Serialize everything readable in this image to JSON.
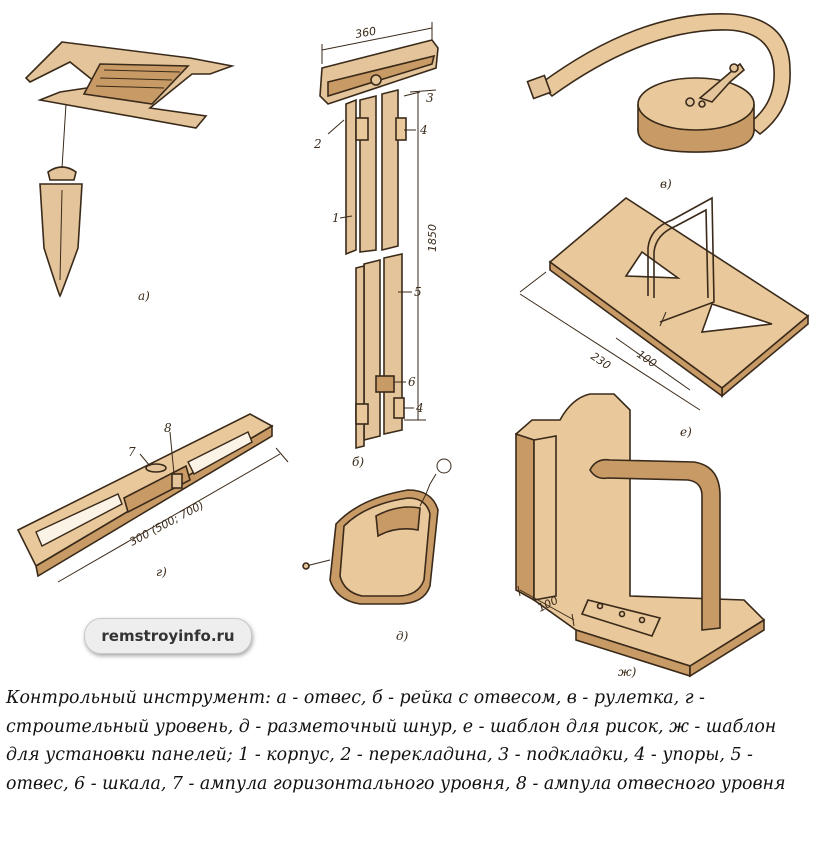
{
  "watermark": "remstroyinfo.ru",
  "caption": "Контрольный инструмент: а - отвес, б - рейка с отвесом, в - рулетка, г - строительный уровень, д - разметочный шнур, е - шаблон для рисок, ж - шаблон для установки панелей; 1 - корпус, 2 - перекладина, 3 - подкладки, 4 - упоры, 5 - отвес, 6 - шкала, 7 - ампула горизонтального уровня, 8 - ампула отвесного уровня",
  "figure_labels": {
    "a": "а)",
    "b": "б)",
    "v": "в)",
    "g": "г)",
    "d": "д)",
    "e": "е)",
    "zh": "ж)"
  },
  "part_numbers": {
    "n1": "1",
    "n2": "2",
    "n3": "3",
    "n4a": "4",
    "n4b": "4",
    "n5": "5",
    "n6": "6",
    "n7": "7",
    "n8": "8"
  },
  "dimensions": {
    "rail_width": "360",
    "rail_height": "1850",
    "level_length": "300 (500; 700)",
    "template_230": "230",
    "template_100": "100",
    "panel_100": "100"
  },
  "colors": {
    "wood": "#e9c99c",
    "wood_dark": "#c89a66",
    "ink": "#3a2a1a"
  }
}
